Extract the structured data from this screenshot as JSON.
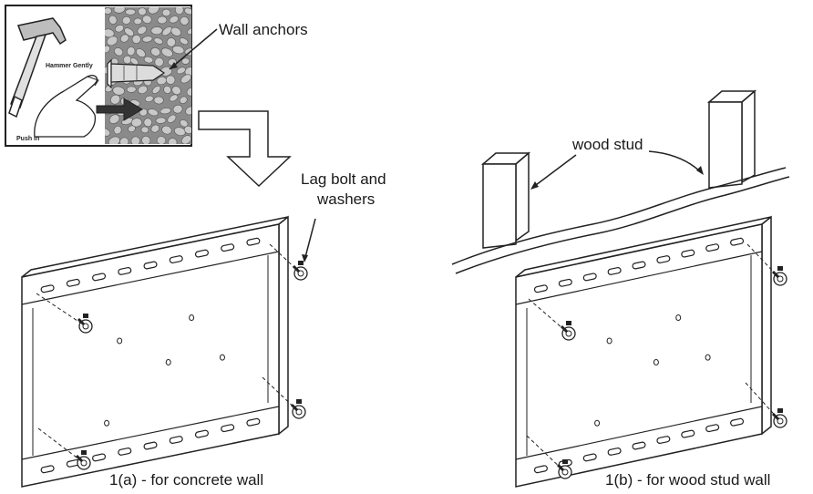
{
  "labels": {
    "wall_anchors": "Wall anchors",
    "lag_bolt_line1": "Lag bolt and",
    "lag_bolt_line2": "washers",
    "wood_stud": "wood stud",
    "caption_a": "1(a) - for concrete wall",
    "caption_b": "1(b) - for wood stud wall"
  },
  "inset": {
    "hammer_text": "Hammer Gently",
    "push_text": "Push in"
  },
  "colors": {
    "line": "#222222",
    "concrete_bg": "#8a8a8a",
    "concrete_stone": "#c9c9c9",
    "arrow_fill": "#333333"
  },
  "icons": [
    "hammer-icon",
    "finger-icon",
    "push-arrow-icon",
    "bolt-washer-icon",
    "outline-arrow-icon"
  ]
}
